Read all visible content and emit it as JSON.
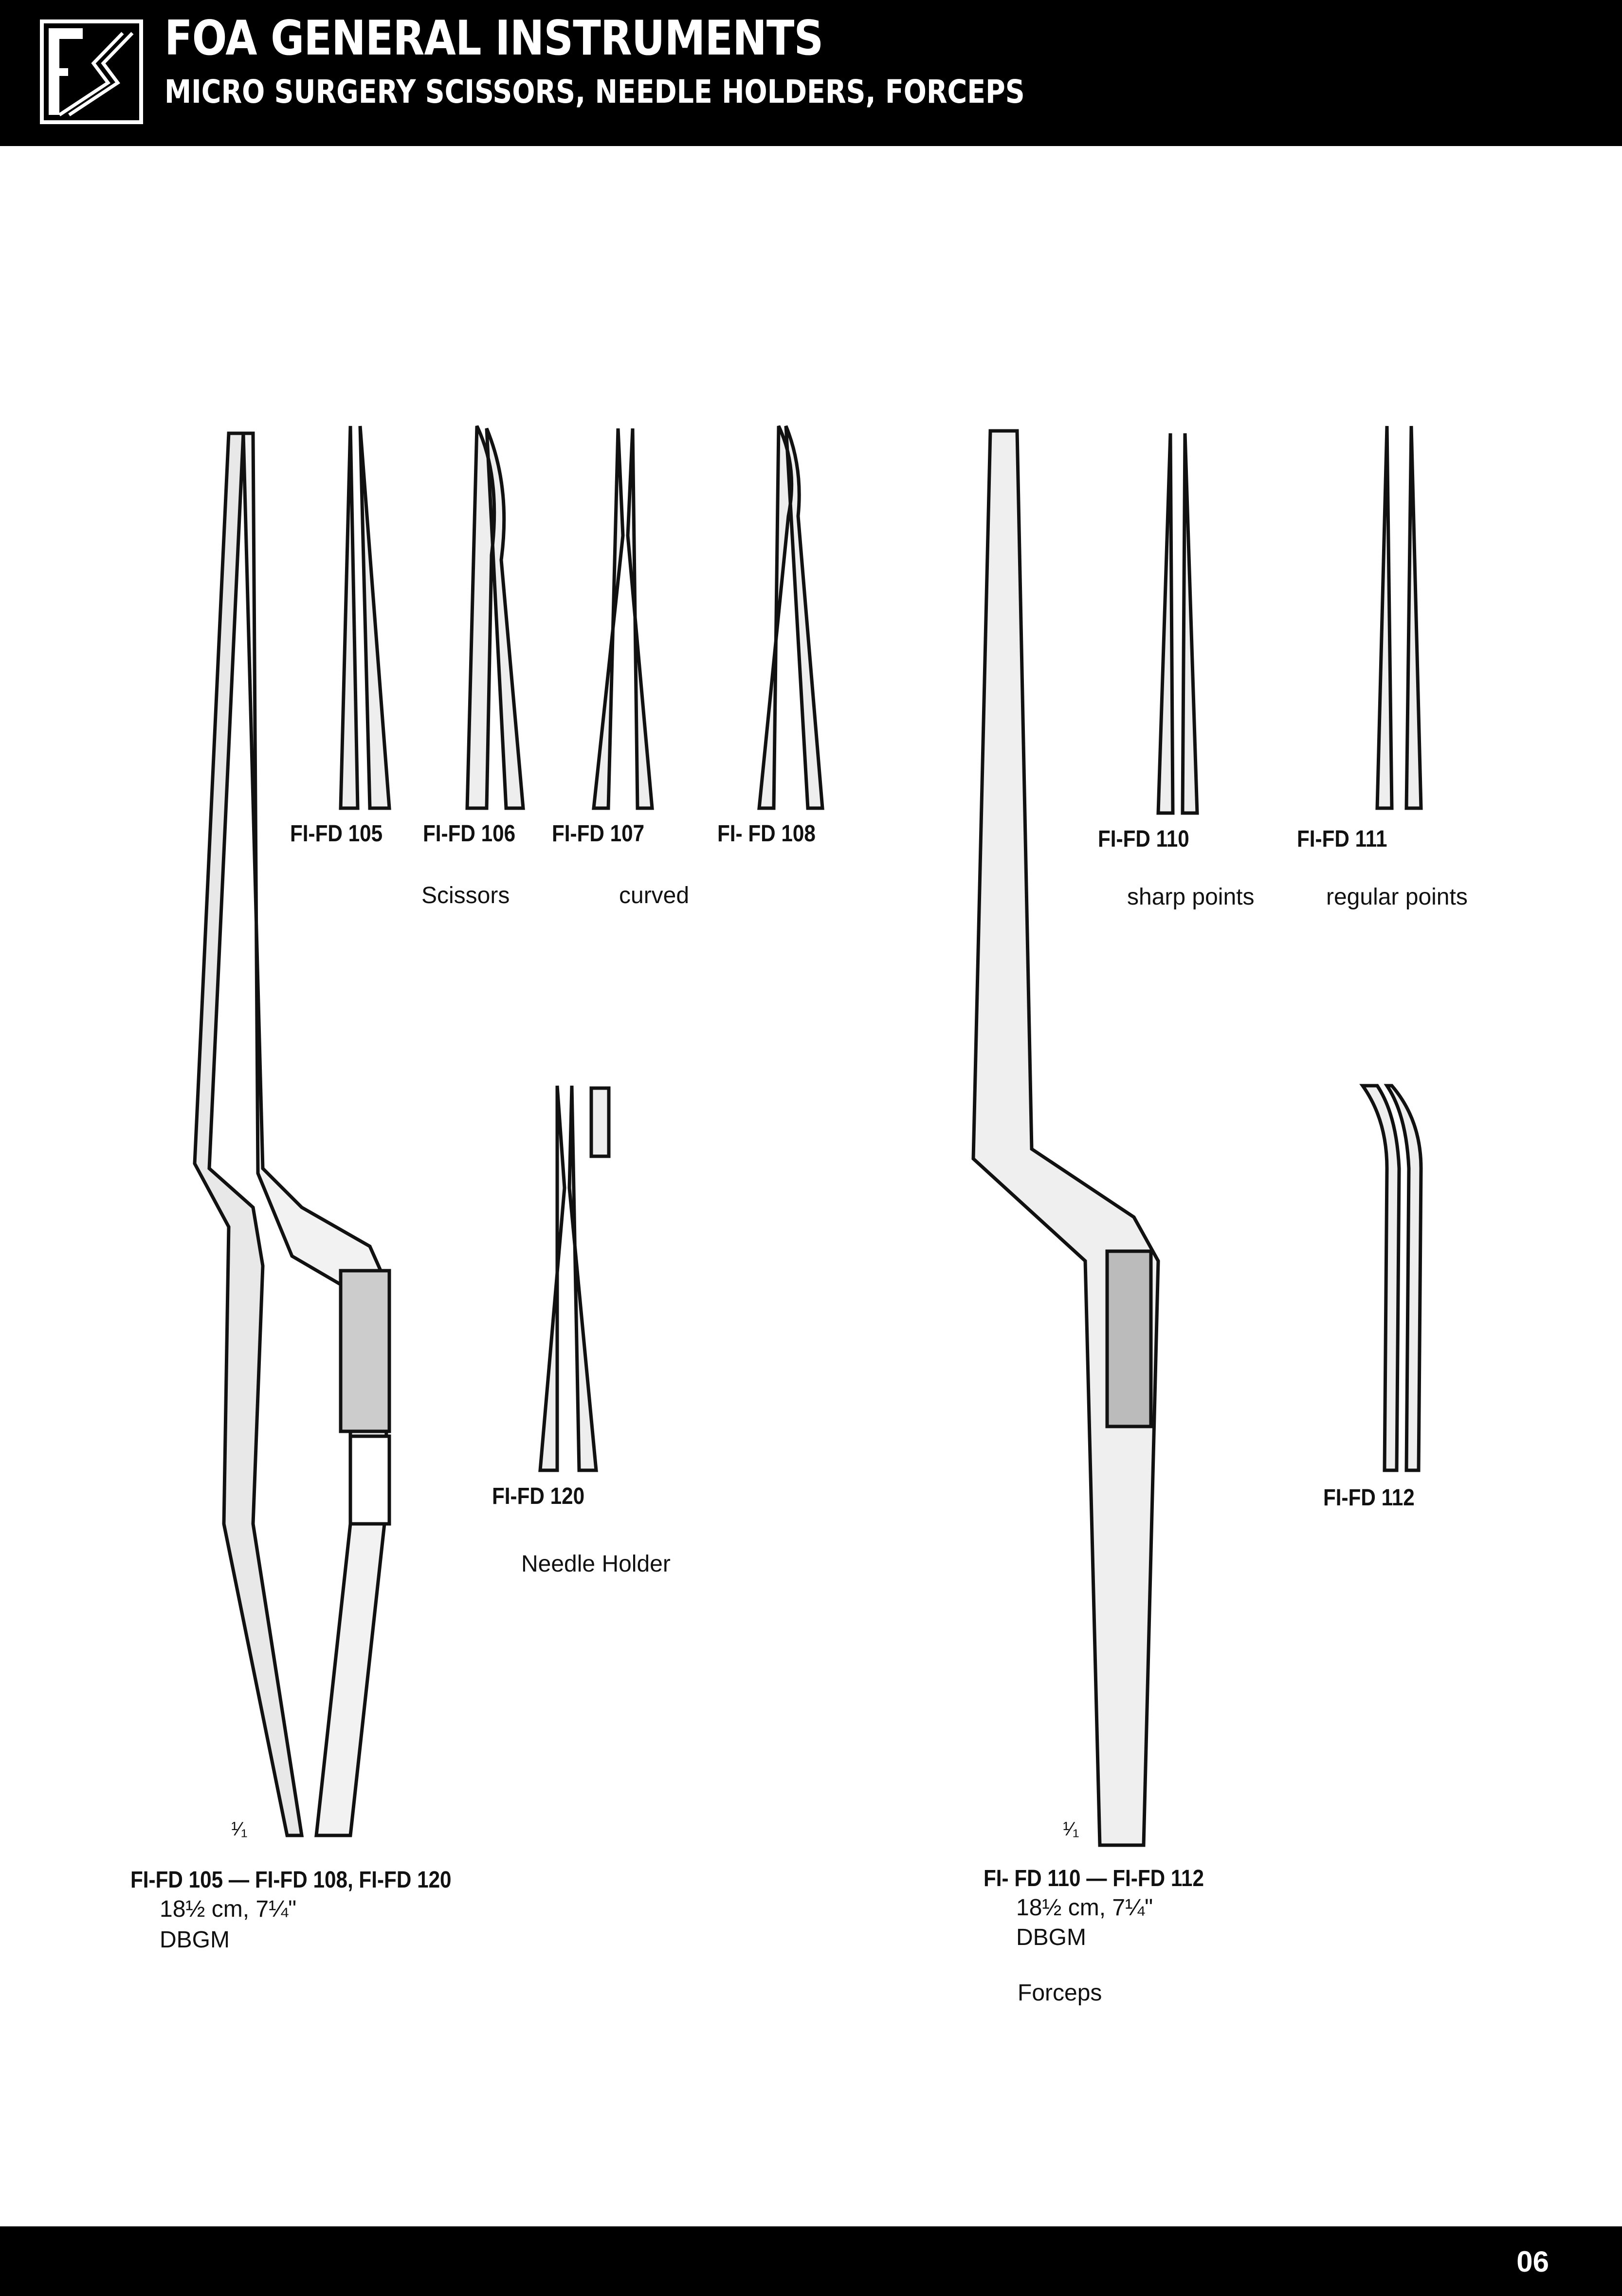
{
  "header": {
    "title": "FOA GENERAL INSTRUMENTS",
    "subtitle": "MICRO SURGERY SCISSORS, NEEDLE HOLDERS, FORCEPS"
  },
  "left_group": {
    "codes": [
      "FI-FD 105",
      "FI-FD 106",
      "FI-FD 107",
      "FI- FD 108"
    ],
    "caption_1": "Scissors",
    "caption_2": "curved",
    "needle_code": "FI-FD 120",
    "needle_caption": "Needle Holder",
    "scale": "¹⁄₁",
    "range": "FI-FD 105 —  FI-FD 108, FI-FD 120",
    "size": "18½ cm, 7¼\"",
    "standard": "DBGM"
  },
  "right_group": {
    "codes": [
      "FI-FD 110",
      "FI-FD 111"
    ],
    "caption_1": "sharp  points",
    "caption_2": "regular points",
    "angled_code": "FI-FD 112",
    "scale": "¹⁄₁",
    "range": "FI- FD 110 — FI-FD 112",
    "size": "18½ cm, 7¼\"",
    "standard": "DBGM",
    "category": "Forceps"
  },
  "footer": {
    "page": "06"
  }
}
